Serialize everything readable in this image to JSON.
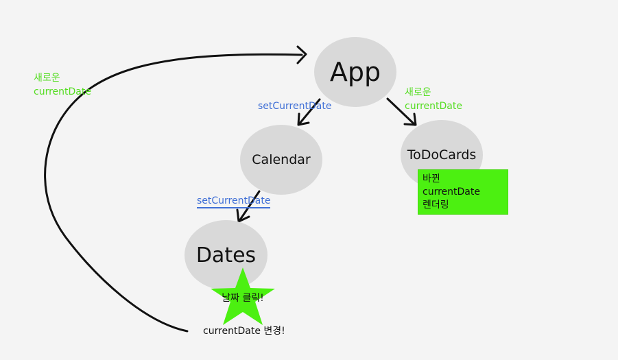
{
  "nodes": {
    "app": "App",
    "calendar": "Calendar",
    "todocards": "ToDoCards",
    "dates": "Dates"
  },
  "edge_labels": {
    "app_to_calendar": "setCurrentDate",
    "calendar_to_dates": "setCurrentDate",
    "app_to_todocards_line1": "새로운",
    "app_to_todocards_line2": "currentDate",
    "loop_line1": "새로운",
    "loop_line2": "currentDate"
  },
  "note": {
    "line1": "바뀐",
    "line2": "currentDate",
    "line3": "렌더링"
  },
  "event": {
    "star_text": "날짜 클릭!",
    "change_text": "currentDate 변경!"
  },
  "colors": {
    "background": "#f4f4f4",
    "node_fill": "#d9d9d9",
    "green_text": "#55dd22",
    "blue_text": "#3f6fd6",
    "highlight": "#4cf011"
  }
}
